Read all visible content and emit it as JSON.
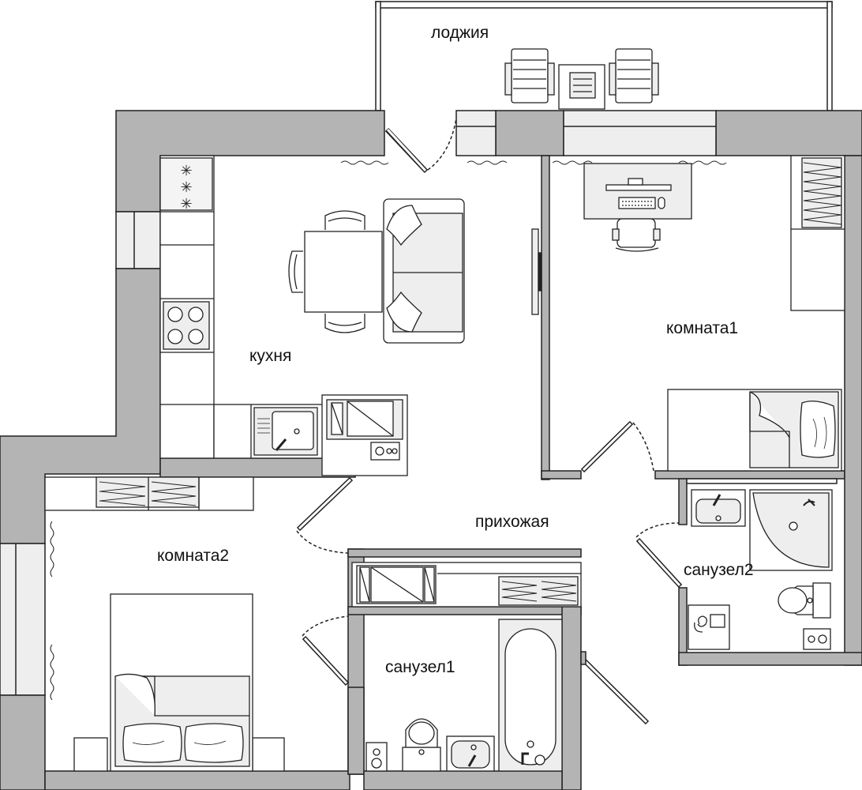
{
  "rooms": {
    "loggia": "лоджия",
    "kitchen": "кухня",
    "room1": "комната1",
    "room2": "комната2",
    "hallway": "прихожая",
    "bathroom1": "санузел1",
    "bathroom2": "санузел2"
  },
  "colors": {
    "wall": "#b4b4b4",
    "line": "#222222",
    "furniture_fill": "#eeeeee",
    "background": "#ffffff"
  }
}
